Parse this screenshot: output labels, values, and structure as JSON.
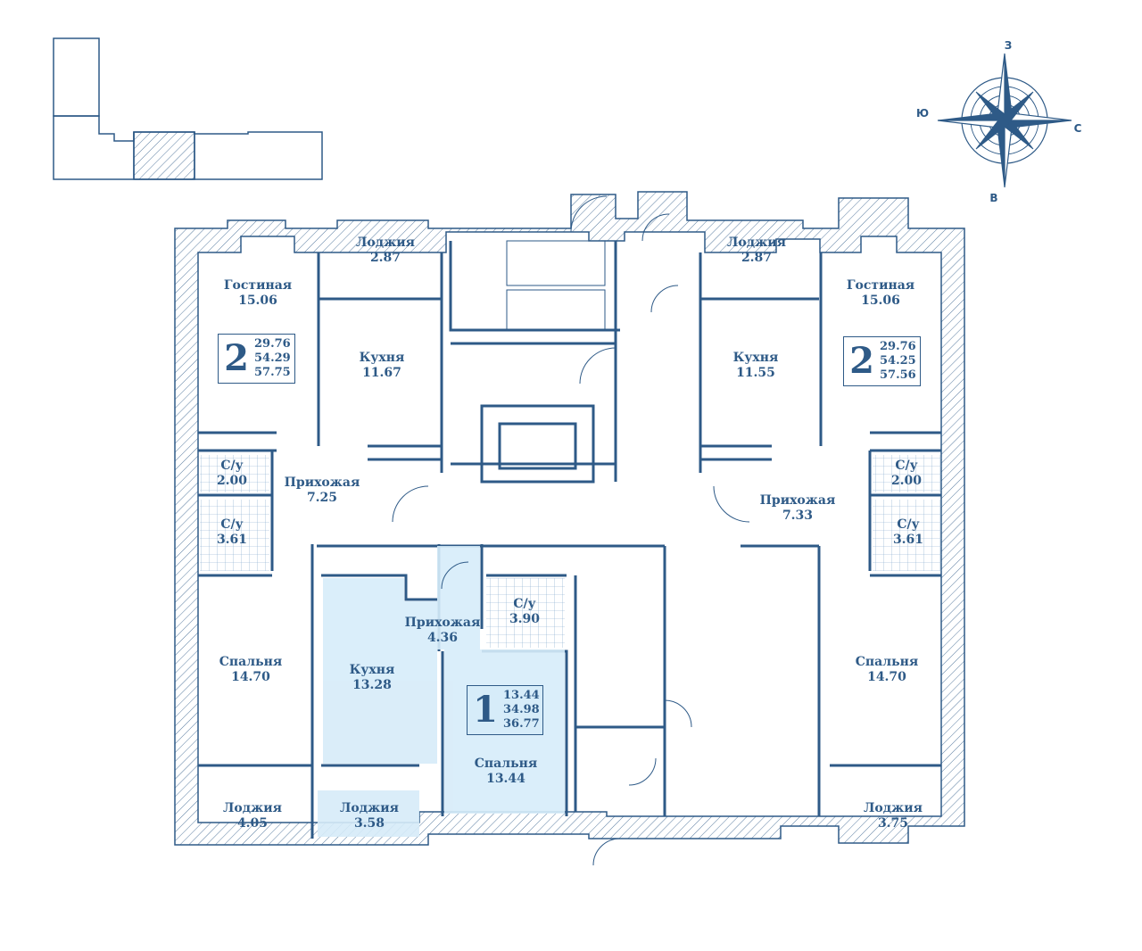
{
  "colors": {
    "wall": "#2e5a87",
    "highlight": "#d6ecf9",
    "text": "#2e5a87"
  },
  "compass": {
    "north": "З",
    "east": "С",
    "south": "В",
    "west": "Ю"
  },
  "apartment_left": {
    "rooms": "2",
    "living": "29.76",
    "total": "54.29",
    "total_with_loggia": "57.75"
  },
  "apartment_right": {
    "rooms": "2",
    "living": "29.76",
    "total": "54.25",
    "total_with_loggia": "57.56"
  },
  "apartment_center": {
    "rooms": "1",
    "living": "13.44",
    "total": "34.98",
    "total_with_loggia": "36.77"
  },
  "rooms": {
    "l_loggia_top": {
      "name": "Лоджия",
      "area": "2.87"
    },
    "l_living": {
      "name": "Гостиная",
      "area": "15.06"
    },
    "l_kitchen": {
      "name": "Кухня",
      "area": "11.67"
    },
    "l_wc1": {
      "name": "С/у",
      "area": "2.00"
    },
    "l_wc2": {
      "name": "С/у",
      "area": "3.61"
    },
    "l_hall": {
      "name": "Прихожая",
      "area": "7.25"
    },
    "l_bedroom": {
      "name": "Спальня",
      "area": "14.70"
    },
    "l_loggia_bottom": {
      "name": "Лоджия",
      "area": "4.05"
    },
    "c_loggia": {
      "name": "Лоджия",
      "area": "3.58"
    },
    "c_kitchen": {
      "name": "Кухня",
      "area": "13.28"
    },
    "c_hall": {
      "name": "Прихожая",
      "area": "4.36"
    },
    "c_wc": {
      "name": "С/у",
      "area": "3.90"
    },
    "c_bedroom": {
      "name": "Спальня",
      "area": "13.44"
    },
    "r_loggia_top": {
      "name": "Лоджия",
      "area": "2.87"
    },
    "r_living": {
      "name": "Гостиная",
      "area": "15.06"
    },
    "r_kitchen": {
      "name": "Кухня",
      "area": "11.55"
    },
    "r_wc1": {
      "name": "С/у",
      "area": "2.00"
    },
    "r_wc2": {
      "name": "С/у",
      "area": "3.61"
    },
    "r_hall": {
      "name": "Прихожая",
      "area": "7.33"
    },
    "r_bedroom": {
      "name": "Спальня",
      "area": "14.70"
    },
    "r_loggia_bottom": {
      "name": "Лоджия",
      "area": "3.75"
    }
  }
}
